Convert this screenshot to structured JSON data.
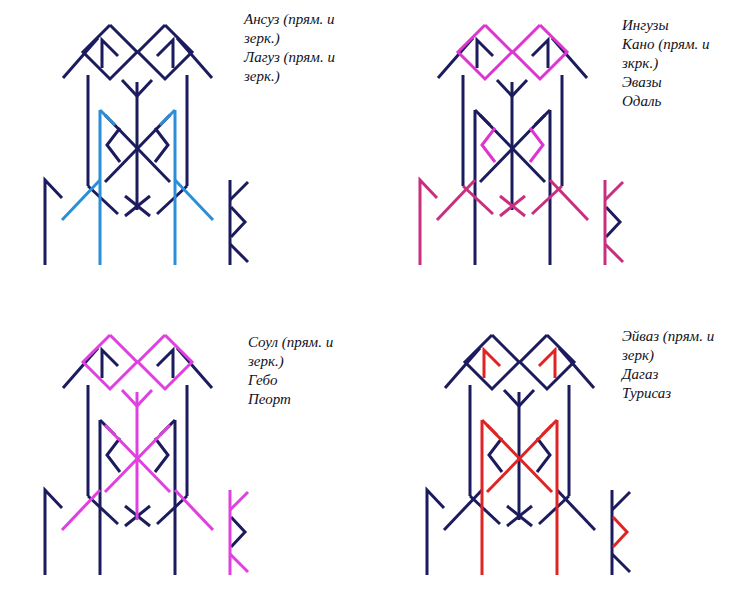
{
  "diagram": {
    "labels": [
      "Ансуз (прям. и зерк.)",
      "Лагуз (прям. и зерк.)",
      "Ингузы",
      "Кано (прям. и зкрк.)",
      "Эвазы",
      "Одаль",
      "Соул (прям. и зерк.)",
      "Гебо",
      "Пеорт",
      "Эйваз (прям. и зерк)",
      "Дагаз",
      "Турисаз"
    ]
  }
}
